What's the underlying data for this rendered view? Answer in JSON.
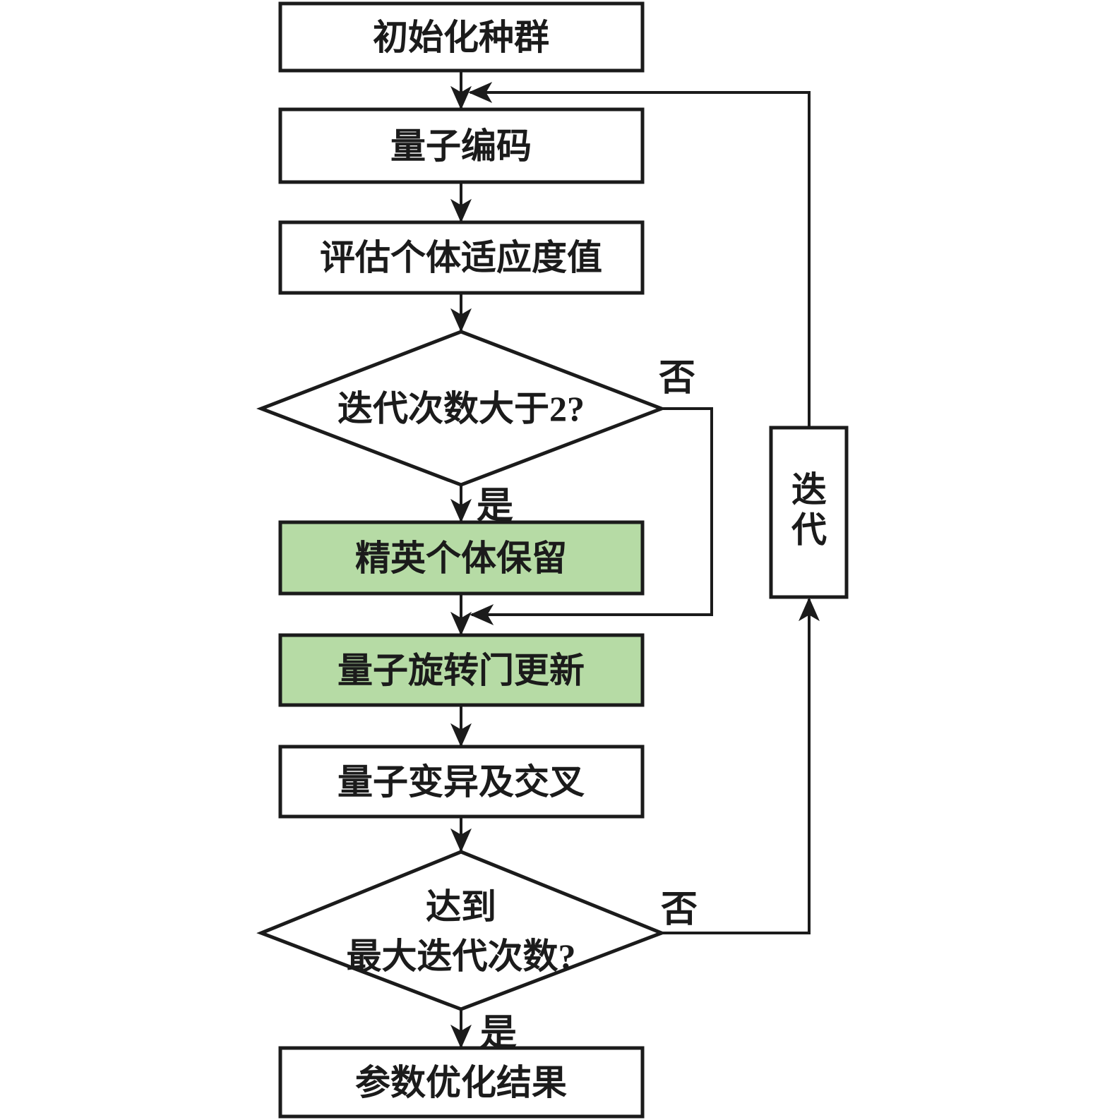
{
  "diagram": {
    "type": "flowchart",
    "description": "Quantum genetic algorithm parameter optimization flowchart",
    "colors": {
      "highlight_fill": "#b6dba5",
      "box_fill": "#ffffff",
      "stroke": "#1b1b1b",
      "background": "#ffffff"
    },
    "nodes": {
      "init": {
        "label": "初始化种群"
      },
      "encode": {
        "label": "量子编码"
      },
      "evaluate": {
        "label": "评估个体适应度值"
      },
      "decision1": {
        "label": "迭代次数大于2?"
      },
      "elite": {
        "label": "精英个体保留"
      },
      "rotation": {
        "label": "量子旋转门更新"
      },
      "mutation": {
        "label": "量子变异及交叉"
      },
      "decision2": {
        "line1": "达到",
        "line2": "最大迭代次数?"
      },
      "result": {
        "label": "参数优化结果"
      },
      "iterate": {
        "char1": "迭",
        "char2": "代"
      }
    },
    "edge_labels": {
      "decision1_yes": "是",
      "decision1_no": "否",
      "decision2_yes": "是",
      "decision2_no": "否"
    }
  }
}
